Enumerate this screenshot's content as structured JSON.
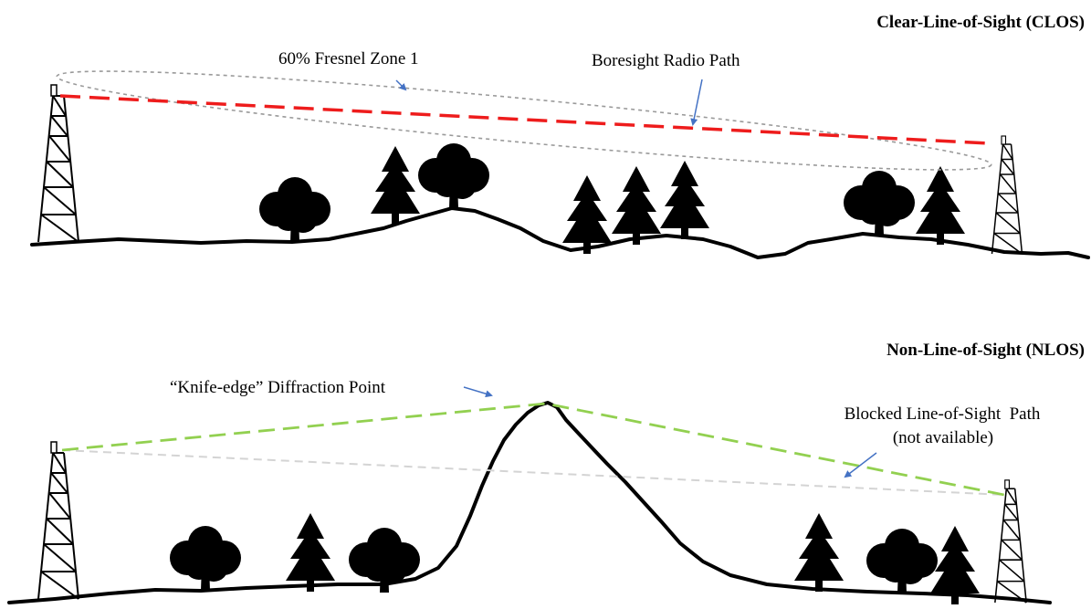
{
  "colors": {
    "boresight_path": "#ee1c1c",
    "fresnel_ellipse": "#9a9a9a",
    "diffraction_path": "#92d050",
    "blocked_path": "#d4d4d4",
    "arrow": "#4472c4",
    "ground": "#000000"
  },
  "clos": {
    "title": "Clear-Line-of-Sight (CLOS)",
    "fresnel_label": "60% Fresnel Zone 1",
    "boresight_label": "Boresight Radio Path"
  },
  "nlos": {
    "title": "Non-Line-of-Sight (NLOS)",
    "knife_label": "“Knife-edge” Diffraction Point",
    "blocked_label_line1": "Blocked Line-of-Sight  Path",
    "blocked_label_line2": "(not available)"
  }
}
